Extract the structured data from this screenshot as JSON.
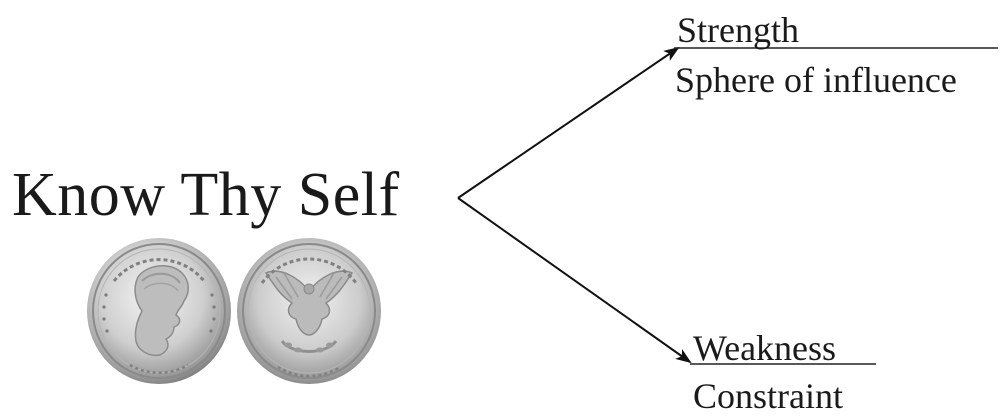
{
  "title": "Know Thy Self",
  "branches": {
    "top": {
      "label": "Strength",
      "sublabel": "Sphere of influence"
    },
    "bottom": {
      "label": "Weakness",
      "sublabel": "Constraint"
    }
  },
  "coins": {
    "front_icon": "morgan-dollar-obverse-icon",
    "back_icon": "morgan-dollar-reverse-icon"
  },
  "colors": {
    "text": "#1a1a1a",
    "line": "#111111",
    "background": "#ffffff"
  }
}
